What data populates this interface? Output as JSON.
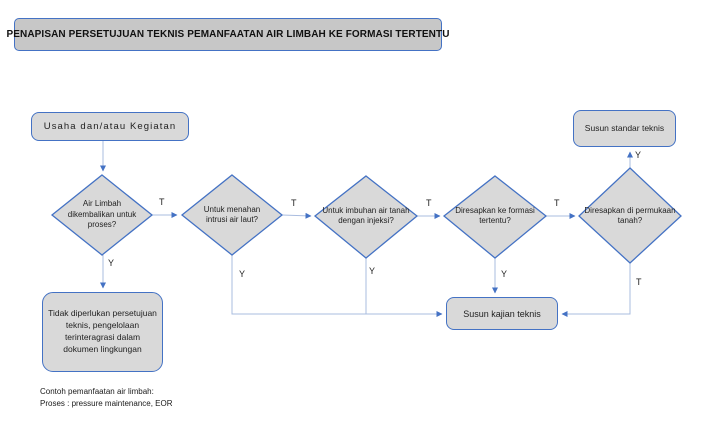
{
  "title": "PENAPISAN PERSETUJUAN TEKNIS PEMANFAATAN AIR LIMBAH KE FORMASI TERTENTU",
  "nodes": {
    "start": "Usaha dan/atau Kegiatan",
    "d1": "Air Limbah dikembalikan untuk proses?",
    "d2": "Untuk menahan intrusi air laut?",
    "d3": "Untuk imbuhan air tanah dengan injeksi?",
    "d4": "Diresapkan ke formasi tertentu?",
    "d5": "Diresapkan di permukaan tanah?",
    "susun_standar": "Susun standar teknis",
    "tidak_diperlukan": "Tidak diperlukan persetujuan teknis, pengelolaan terinteragrasi dalam dokumen lingkungan",
    "susun_kajian": "Susun kajian teknis"
  },
  "edge_labels": {
    "d1_t": "T",
    "d1_y": "Y",
    "d2_t": "T",
    "d2_y": "Y",
    "d3_t": "T",
    "d3_y": "Y",
    "d4_t": "T",
    "d4_y": "Y",
    "d5_t": "T",
    "d5_y": "Y"
  },
  "footer": {
    "line1": "Contoh pemanfaatan air limbah:",
    "line2": "Proses : pressure maintenance,  EOR"
  },
  "colors": {
    "shape_fill": "#d9d9d9",
    "shape_border": "#4472c4",
    "title_fill": "#c7c7c7",
    "connector": "#a9bcdf",
    "arrowhead": "#4472c4",
    "text": "#1f1f1f"
  }
}
